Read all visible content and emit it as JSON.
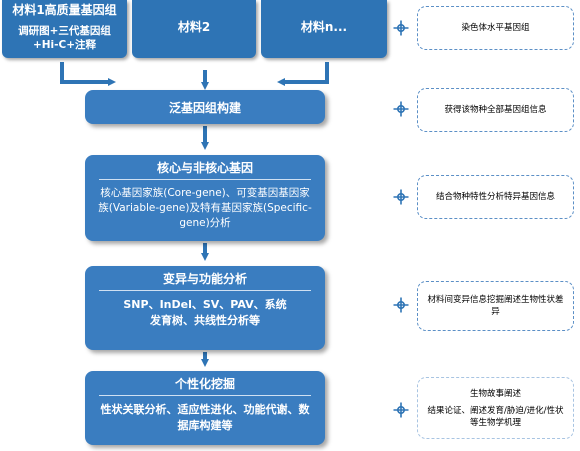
{
  "top_boxes": [
    {
      "title": "材料1高质量基因组",
      "sub": "调研图+三代基因组+Hi-C+注释"
    },
    {
      "title": "材料2"
    },
    {
      "title": "材料n..."
    }
  ],
  "steps": [
    {
      "title": "泛基因组构建"
    },
    {
      "title": "核心与非核心基因",
      "body": "核心基因家族(Core-gene)、可变基因基因家族(Variable-gene)及特有基因家族(Specific-gene)分析"
    },
    {
      "title": "变异与功能分析",
      "body": "SNP、InDel、SV、PAV、系统发育树、共线性分析等"
    },
    {
      "title": "个性化挖掘",
      "body": "性状关联分析、适应性进化、功能代谢、数据库构建等"
    }
  ],
  "notes": [
    {
      "text": "染色体水平基因组"
    },
    {
      "text": "获得该物种全部基因组信息"
    },
    {
      "text": "结合物种特性分析特异基因信息"
    },
    {
      "text": "材料间变异信息挖掘阐述生物性状差异"
    },
    {
      "title": "生物故事阐述",
      "text": "结果论证、阐述发育/胁迫/进化/性状等生物学机理"
    }
  ],
  "colors": {
    "box_fill": "#2e74b5",
    "step_fill": "#3a7dc0",
    "note_border": "#5b8fc6",
    "arrow": "#2e74b5"
  },
  "icons": [
    "plus-circle-icon"
  ]
}
